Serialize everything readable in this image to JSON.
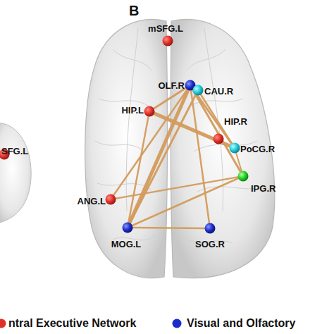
{
  "diagram": {
    "nodes": [
      {
        "text": [
          "mSFG.L"
        ]
      },
      {
        "text": [
          "OLF.R"
        ]
      },
      {
        "text": [
          "CAU.R"
        ]
      },
      {
        "text": [
          "HIP.L"
        ]
      },
      {
        "text": [
          "HIP.R"
        ]
      },
      {
        "text": [
          "PoCG.R"
        ]
      },
      {
        "text": [
          "IPG.R"
        ]
      },
      {
        "text": [
          "ANG.L"
        ]
      },
      {
        "text": [
          "MOG.L"
        ]
      },
      {
        "text": [
          "SOG.R"
        ]
      },
      {
        "text": [
          "SFG.L"
        ]
      }
    ],
    "edges": [
      {
        "from": 1,
        "to": 3,
        "arrow": "none"
      },
      {
        "from": 1,
        "to": 8,
        "arrow": "none"
      },
      {
        "from": 2,
        "to": 8,
        "arrow": "none"
      },
      {
        "from": 1,
        "to": 9,
        "arrow": "none"
      },
      {
        "from": 1,
        "to": 6,
        "arrow": "none"
      },
      {
        "from": 1,
        "to": 5,
        "arrow": "none"
      },
      {
        "from": 2,
        "to": 5,
        "arrow": "none"
      },
      {
        "from": 3,
        "to": 5,
        "arrow": "none"
      },
      {
        "from": 3,
        "to": 8,
        "arrow": "none"
      },
      {
        "from": 7,
        "to": 6,
        "arrow": "none"
      },
      {
        "from": 8,
        "to": 6,
        "arrow": "none"
      },
      {
        "from": 8,
        "to": 9,
        "arrow": "none"
      },
      {
        "from": 1,
        "to": 7,
        "arrow": "none"
      },
      {
        "from": 5,
        "to": 6,
        "arrow": "none"
      }
    ],
    "labels": [
      "B"
    ],
    "legend": [
      {
        "text": "ntral Executive Network",
        "color": "#e0302a"
      },
      {
        "text": "Visual and Olfactory",
        "color": "#1c2cc8"
      }
    ]
  }
}
